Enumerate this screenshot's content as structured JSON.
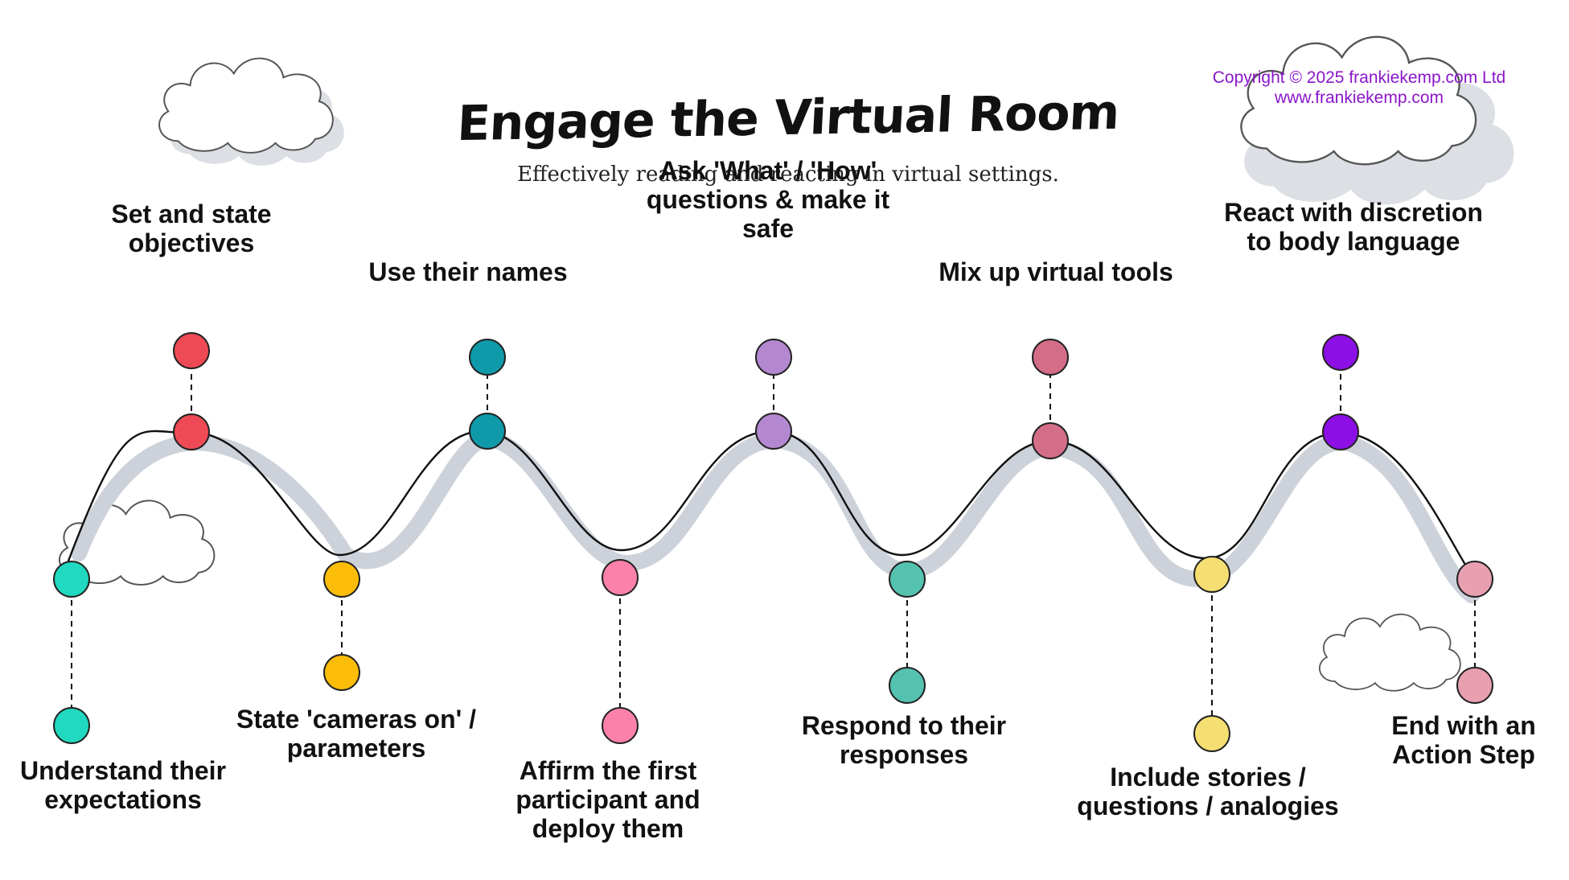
{
  "header": {
    "title": "Engage the Virtual Room",
    "subtitle": "Effectively reading and reacting in virtual settings.",
    "copyright_line1": "Copyright © 2025 frankiekemp.com Ltd",
    "copyright_line2": "www.frankiekemp.com"
  },
  "colors": {
    "background": "#ffffff",
    "path_line": "#111111",
    "path_shadow": "#cdd2da",
    "cloud_outline": "#555555",
    "cloud_shadow": "#dcdfe4",
    "copyright": "#8a16c9"
  },
  "steps": [
    {
      "lines": [
        "Understand their",
        "expectations"
      ],
      "color": "#20d9c0"
    },
    {
      "lines": [
        "Set and state",
        "objectives"
      ],
      "color": "#ee4a55"
    },
    {
      "lines": [
        "State 'cameras on' /",
        "parameters"
      ],
      "color": "#fbbd08"
    },
    {
      "lines": [
        "Use their names"
      ],
      "color": "#0f9aaa"
    },
    {
      "lines": [
        "Affirm the first",
        "participant and",
        "deploy them"
      ],
      "color": "#fb81ab"
    },
    {
      "lines": [
        "Ask 'What' / 'How'",
        "questions & make it",
        "safe"
      ],
      "color": "#b488d0"
    },
    {
      "lines": [
        "Respond to their",
        "responses"
      ],
      "color": "#55c2b0"
    },
    {
      "lines": [
        "Mix up virtual tools"
      ],
      "color": "#d46e88"
    },
    {
      "lines": [
        "Include stories /",
        "questions / analogies"
      ],
      "color": "#f6df72"
    },
    {
      "lines": [
        "React with discretion",
        "to body language"
      ],
      "color": "#8c0fe6"
    },
    {
      "lines": [
        "End with an",
        "Action Step"
      ],
      "color": "#e8a0b1"
    }
  ]
}
